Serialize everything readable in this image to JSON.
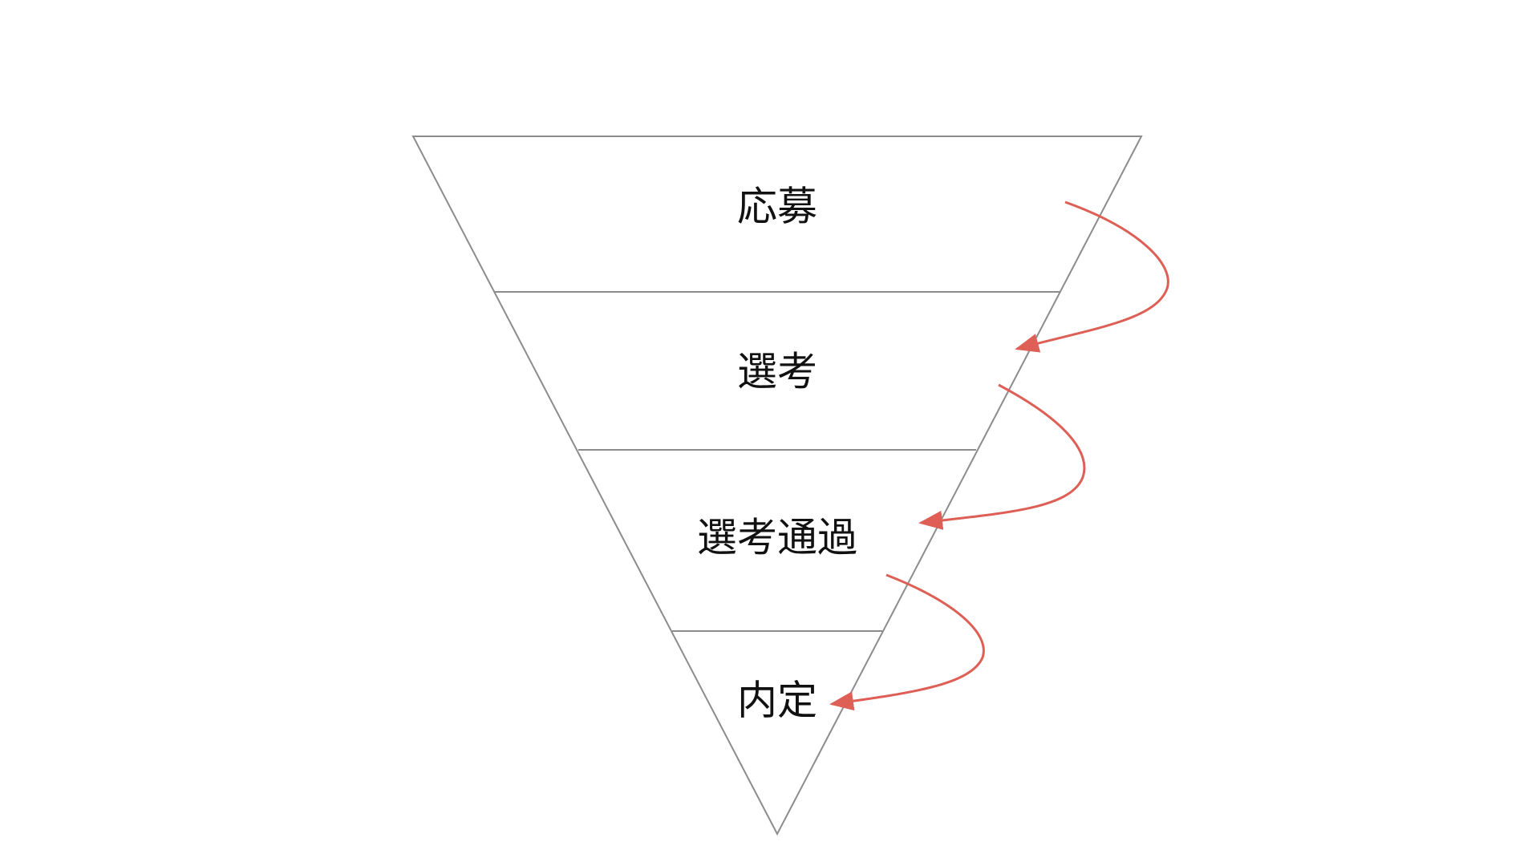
{
  "funnel": {
    "stages": [
      {
        "label": "応募"
      },
      {
        "label": "選考"
      },
      {
        "label": "選考通過"
      },
      {
        "label": "内定"
      }
    ]
  },
  "colors": {
    "outline": "#8c8c8c",
    "arrow": "#dd5f55",
    "text": "#111111"
  }
}
